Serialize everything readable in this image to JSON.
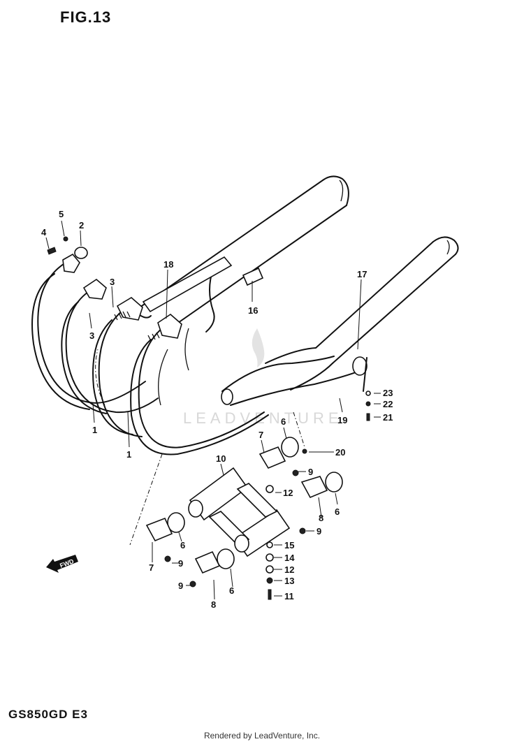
{
  "figure": {
    "title": "FIG.13",
    "model_code": "GS850GD E3",
    "footer": "Rendered by LeadVenture, Inc.",
    "watermark": "LEADVENTURE",
    "direction_label": "FWD"
  },
  "callouts": [
    {
      "id": "c5a",
      "label": "5"
    },
    {
      "id": "c2",
      "label": "2"
    },
    {
      "id": "c4",
      "label": "4"
    },
    {
      "id": "c3a",
      "label": "3"
    },
    {
      "id": "c3b",
      "label": "3"
    },
    {
      "id": "c18",
      "label": "18"
    },
    {
      "id": "c16",
      "label": "16"
    },
    {
      "id": "c17",
      "label": "17"
    },
    {
      "id": "c1a",
      "label": "1"
    },
    {
      "id": "c1b",
      "label": "1"
    },
    {
      "id": "c23",
      "label": "23"
    },
    {
      "id": "c22",
      "label": "22"
    },
    {
      "id": "c21",
      "label": "21"
    },
    {
      "id": "c19",
      "label": "19"
    },
    {
      "id": "c20",
      "label": "20"
    },
    {
      "id": "c6a",
      "label": "6"
    },
    {
      "id": "c7a",
      "label": "7"
    },
    {
      "id": "c10",
      "label": "10"
    },
    {
      "id": "c9a",
      "label": "9"
    },
    {
      "id": "c12a",
      "label": "12"
    },
    {
      "id": "c8a",
      "label": "8"
    },
    {
      "id": "c6b",
      "label": "6"
    },
    {
      "id": "c9b",
      "label": "9"
    },
    {
      "id": "c15",
      "label": "15"
    },
    {
      "id": "c14",
      "label": "14"
    },
    {
      "id": "c12b",
      "label": "12"
    },
    {
      "id": "c13",
      "label": "13"
    },
    {
      "id": "c11",
      "label": "11"
    },
    {
      "id": "c6c",
      "label": "6"
    },
    {
      "id": "c7b",
      "label": "7"
    },
    {
      "id": "c9c",
      "label": "9"
    },
    {
      "id": "c9d",
      "label": "9"
    },
    {
      "id": "c8b",
      "label": "8"
    },
    {
      "id": "c6d",
      "label": "6"
    }
  ]
}
